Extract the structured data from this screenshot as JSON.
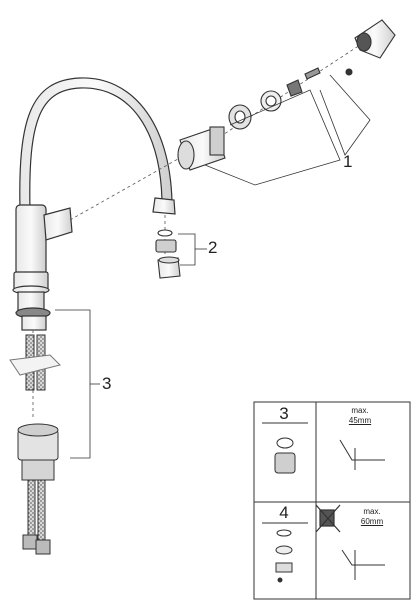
{
  "callouts": {
    "c1": "1",
    "c2": "2",
    "c3": "3"
  },
  "install_box": {
    "cell_a_number": "3",
    "cell_b_number": "4",
    "max_45": "max.",
    "max_45_value": "45mm",
    "max_60": "max.",
    "max_60_value": "60mm"
  },
  "icons": {
    "faucet": "faucet-body-icon",
    "cartridge": "cartridge-icon",
    "aerator": "aerator-icon",
    "hose": "supply-hose-icon",
    "forbidden": "crossed-out-icon"
  },
  "colors": {
    "line": "#333333",
    "shade": "#bfbfbf",
    "dark": "#555555"
  }
}
